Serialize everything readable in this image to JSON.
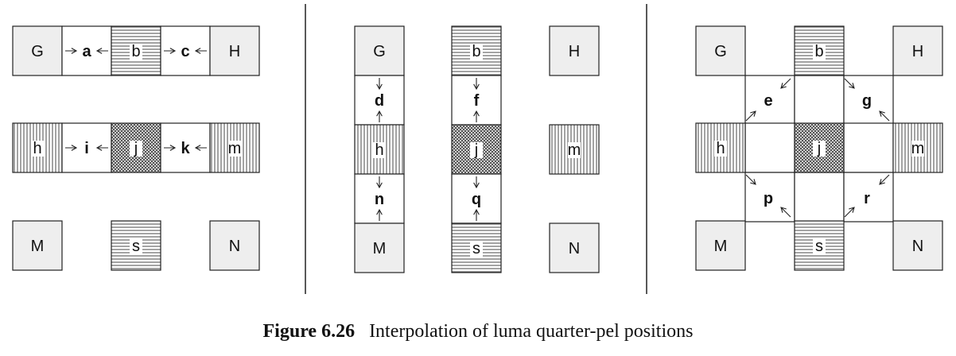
{
  "caption": {
    "label": "Figure 6.26",
    "text": "Interpolation of luma quarter-pel positions"
  },
  "colors": {
    "full_pel": "#eeeeee",
    "empty": "#ffffff",
    "line": "#222222"
  },
  "panels": [
    {
      "full_pel": [
        "G",
        "H",
        "M",
        "N"
      ],
      "half_pel": [
        "b",
        "h",
        "j",
        "m",
        "s"
      ],
      "quarter_pel": [
        "a",
        "c",
        "i",
        "k"
      ]
    },
    {
      "full_pel": [
        "G",
        "H",
        "M",
        "N"
      ],
      "half_pel": [
        "b",
        "h",
        "j",
        "m",
        "s"
      ],
      "quarter_pel": [
        "d",
        "f",
        "n",
        "q"
      ]
    },
    {
      "full_pel": [
        "G",
        "H",
        "M",
        "N"
      ],
      "half_pel": [
        "b",
        "h",
        "j",
        "m",
        "s"
      ],
      "quarter_pel": [
        "e",
        "g",
        "p",
        "r"
      ]
    }
  ]
}
